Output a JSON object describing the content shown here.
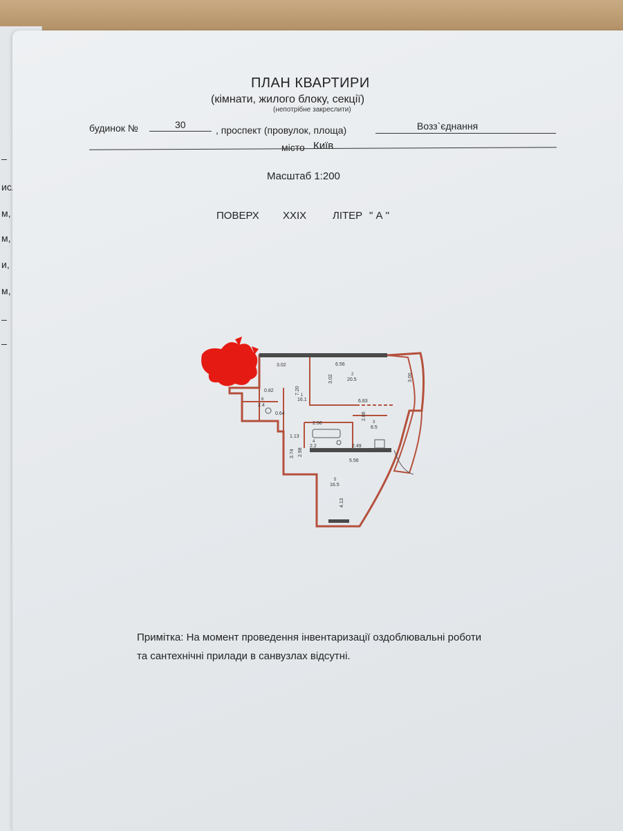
{
  "doc": {
    "title": "ПЛАН КВАРТИРИ",
    "subtitle": "(кімнати, жилого блоку, секції)",
    "note_small": "(непотрібне закреслити)",
    "building_label": "будинок №",
    "building_number": "30",
    "street_label": ", проспект (провулок, площа)",
    "street_value": "Возз`єднання",
    "city_label": "місто",
    "city_value": "Київ",
    "scale": "Масштаб 1:200",
    "floor_label": "ПОВЕРХ",
    "floor_value": "XXIX",
    "letter_label": "ЛІТЕР",
    "letter_value": "\" А \"",
    "remark_line1": "Примітка: На момент проведення інвентаризації оздоблювальні роботи",
    "remark_line2": "та сантехнічні прилади в санвузлах відсутні."
  },
  "margin_fragments": [
    "ислі:",
    "м,",
    "м,",
    "и,",
    "м,"
  ],
  "plan": {
    "dims": {
      "d302_top": "3.02",
      "d656": "6.56",
      "d720": "7.20",
      "d302_mid": "3.02",
      "d300": "3.00",
      "d683": "6.83",
      "d082": "0.82",
      "d064": "0.64",
      "d286": "2.86",
      "d256": "2.56",
      "d113": "1.13",
      "d374": "3.74",
      "d298": "2.98",
      "d249": "2.49",
      "d556": "5.56",
      "d413": "4.13"
    },
    "rooms": [
      {
        "num": "1",
        "area": "16.1"
      },
      {
        "num": "2",
        "area": "20.5"
      },
      {
        "num": "3",
        "area": "8.5"
      },
      {
        "num": "4",
        "area": "2.2"
      },
      {
        "num": "5",
        "area": "16.5"
      },
      {
        "num": "6",
        "area": "2.4"
      }
    ],
    "colors": {
      "wall_outer": "#b4503c",
      "wall_inner": "#e8a89a",
      "wall_dark": "#4a4a4a",
      "redaction": "#e51b13"
    }
  }
}
